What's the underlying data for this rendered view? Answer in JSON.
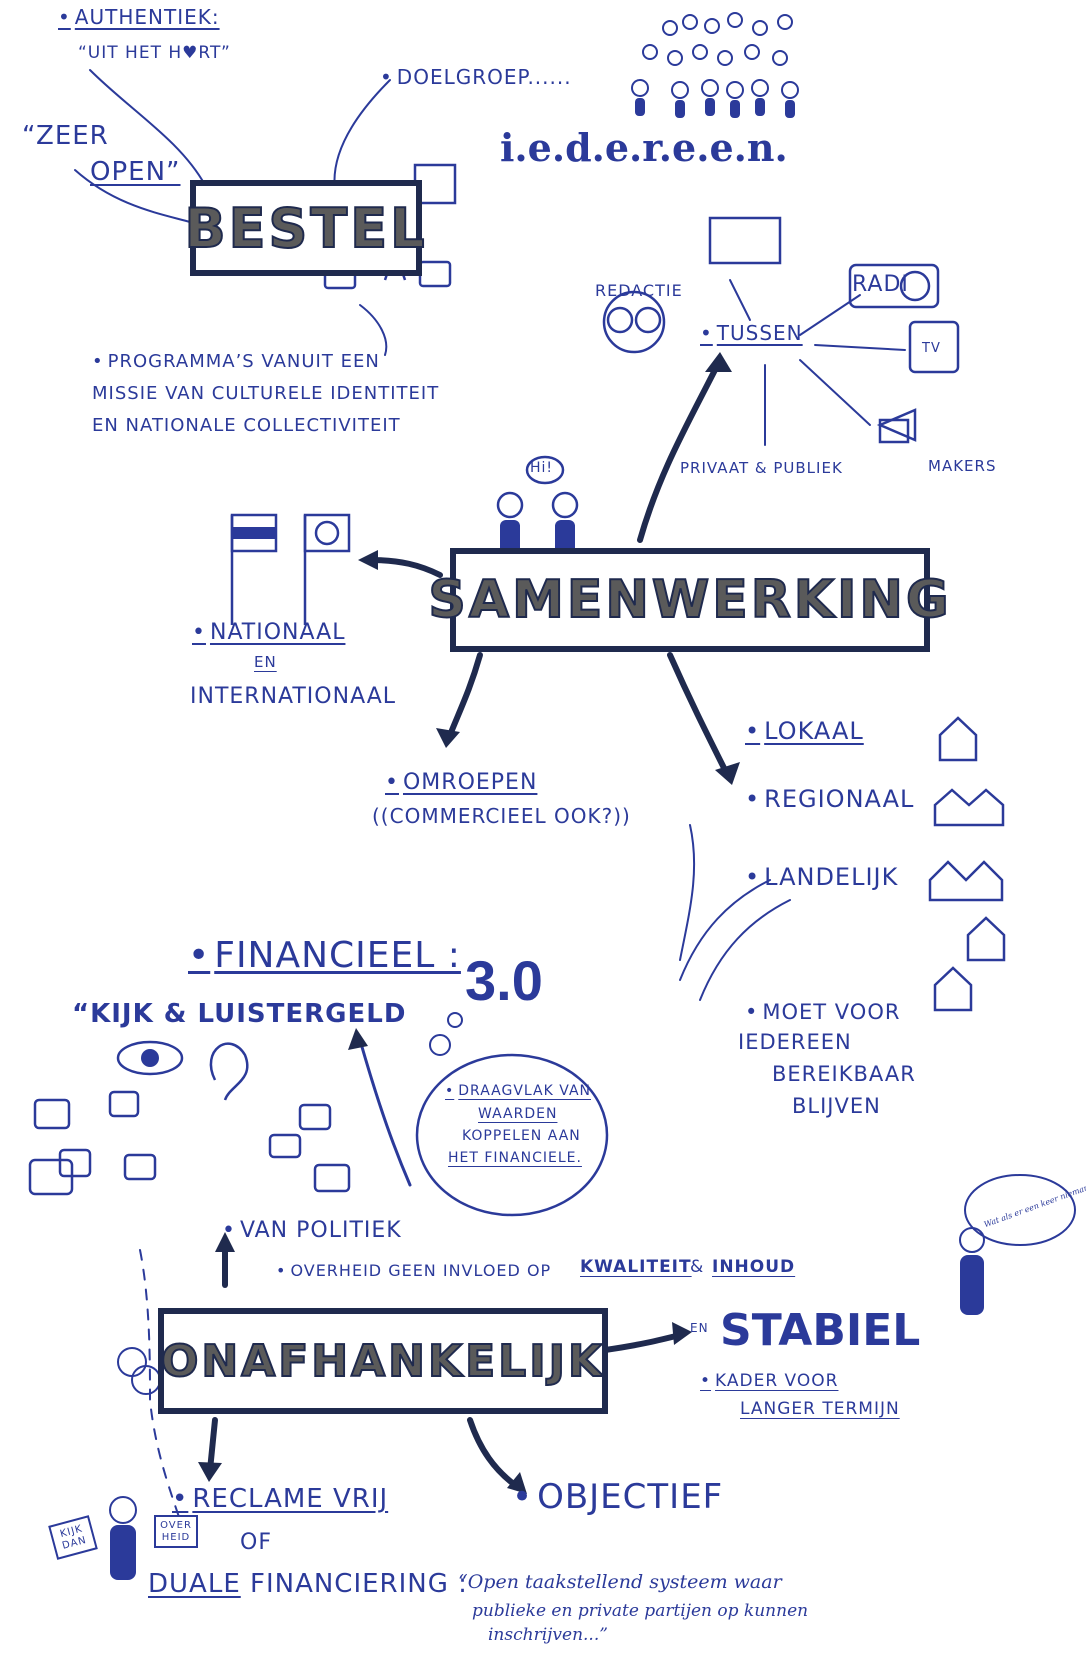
{
  "colors": {
    "ink": "#2b3a9a",
    "dark": "#1f2a4e",
    "box_text": "#5a5a5a"
  },
  "bestel": {
    "title": "BESTEL",
    "authentiek": "AUTHENTIEK:",
    "uit_het_hart": "“UIT HET H♥RT”",
    "zeer": "“ZEER",
    "open": "OPEN”",
    "doelgroep": "DOELGROEP......",
    "iedereen": "i.e.d.e.r.e.e.n.",
    "programma_1": "PROGRAMMA’S VANUIT EEN",
    "programma_2": "MISSIE VAN CULTURELE IDENTITEIT",
    "programma_3": "EN NATIONALE COLLECTIVITEIT"
  },
  "samenwerking": {
    "title": "SAMENWERKING",
    "speech": "Hi!",
    "redactie": "REDACTIE",
    "tussen": "TUSSEN",
    "radio": "RADI",
    "tv": "TV",
    "privaat": "PRIVAAT & PUBLIEK",
    "makers": "MAKERS",
    "nationaal": "NATIONAAL",
    "en": "EN",
    "internationaal": "INTERNATIONAAL",
    "omroepen": "OMROEPEN",
    "commercieel": "((COMMERCIEEL OOK?))",
    "lokaal": "LOKAAL",
    "regionaal": "REGIONAAL",
    "landelijk": "LANDELIJK",
    "moet_1": "MOET VOOR",
    "moet_2": "IEDEREEN",
    "moet_3": "BEREIKBAAR",
    "moet_4": "BLIJVEN"
  },
  "financieel": {
    "title": "FINANCIEEL :",
    "kijk": "“KIJK & LUISTERGELD",
    "versie": "3.0",
    "draagvlak_1": "DRAAGVLAK VAN",
    "draagvlak_2": "WAARDEN",
    "draagvlak_3": "KOPPELEN AAN",
    "draagvlak_4": "HET FINANCIELE.",
    "thought": "Wat als er een keer niemand een ..."
  },
  "onafhankelijk": {
    "title": "ONAFHANKELIJK",
    "van_politiek": "VAN POLITIEK",
    "overheid_1": "OVERHEID GEEN INVLOED OP",
    "kwaliteit": "KWALITEIT",
    "amp": "&",
    "inhoud": "INHOUD",
    "en": "EN",
    "stabiel": "STABIEL",
    "kader_1": "KADER VOOR",
    "kader_2": "LANGER TERMIJN",
    "reclame": "RECLAME VRIJ",
    "of": "OF",
    "objectief": "OBJECTIEF",
    "duale": "DUALE",
    "financiering": "FINANCIERING :",
    "quote_1": "“Open taakstellend systeem waar",
    "quote_2": "publieke en private partijen op kunnen",
    "quote_3": "inschrijven...”",
    "sign_kijk": "KIJK DAN",
    "sign_over": "OVER HEID"
  }
}
